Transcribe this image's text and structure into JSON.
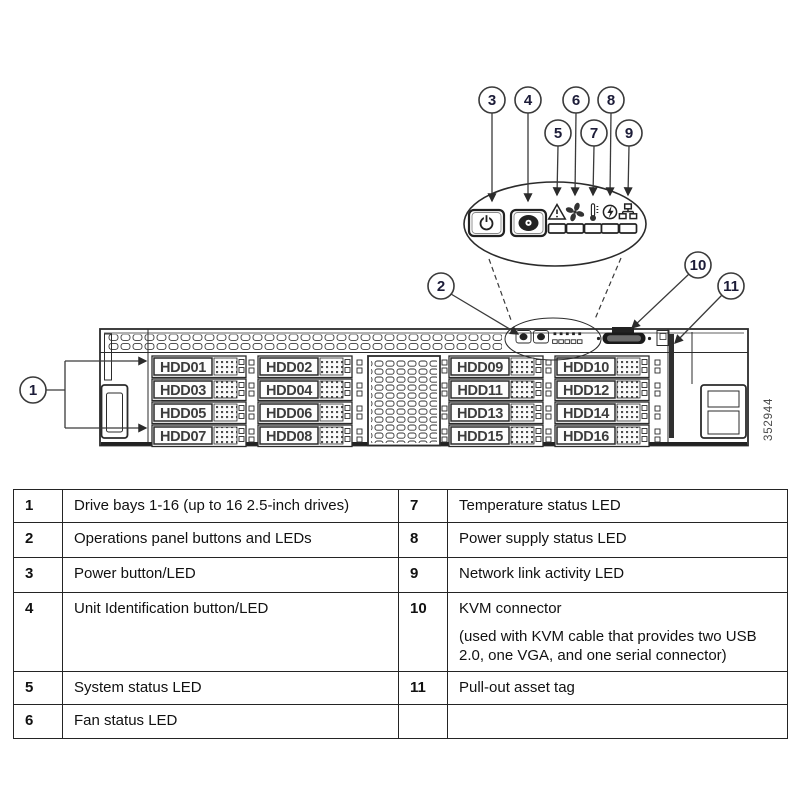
{
  "figure": {
    "number": "352944"
  },
  "colors": {
    "line": "#2b2b2b",
    "callout_text": "#1c1c38",
    "led_fill": "#ffffff"
  },
  "callouts": [
    "1",
    "2",
    "3",
    "4",
    "5",
    "6",
    "7",
    "8",
    "9",
    "10",
    "11"
  ],
  "drive_bays": {
    "labels": [
      "HDD01",
      "HDD02",
      "HDD03",
      "HDD04",
      "HDD05",
      "HDD06",
      "HDD07",
      "HDD08",
      "HDD09",
      "HDD10",
      "HDD11",
      "HDD12",
      "HDD13",
      "HDD14",
      "HDD15",
      "HDD16"
    ]
  },
  "operations_panel": {
    "buttons": [
      "power-icon",
      "unit-identification-icon"
    ],
    "led_icons": [
      "system-status-warning-icon",
      "fan-icon",
      "temperature-icon",
      "power-supply-icon",
      "network-link-icon"
    ]
  },
  "legend_table": {
    "left": [
      {
        "num": "1",
        "desc": "Drive bays 1-16 (up to 16 2.5-inch drives)"
      },
      {
        "num": "2",
        "desc": "Operations panel buttons and LEDs"
      },
      {
        "num": "3",
        "desc": "Power button/LED"
      },
      {
        "num": "4",
        "desc": "Unit Identification button/LED"
      },
      {
        "num": "5",
        "desc": "System status LED"
      },
      {
        "num": "6",
        "desc": "Fan status LED"
      }
    ],
    "right": [
      {
        "num": "7",
        "desc": "Temperature status LED"
      },
      {
        "num": "8",
        "desc": "Power supply status LED"
      },
      {
        "num": "9",
        "desc": "Network link activity LED"
      },
      {
        "num": "10",
        "desc": "KVM connector",
        "desc2": "(used with KVM cable that provides two USB 2.0, one VGA, and one serial connector)"
      },
      {
        "num": "11",
        "desc": "Pull-out asset tag"
      },
      {
        "num": "",
        "desc": ""
      }
    ]
  }
}
